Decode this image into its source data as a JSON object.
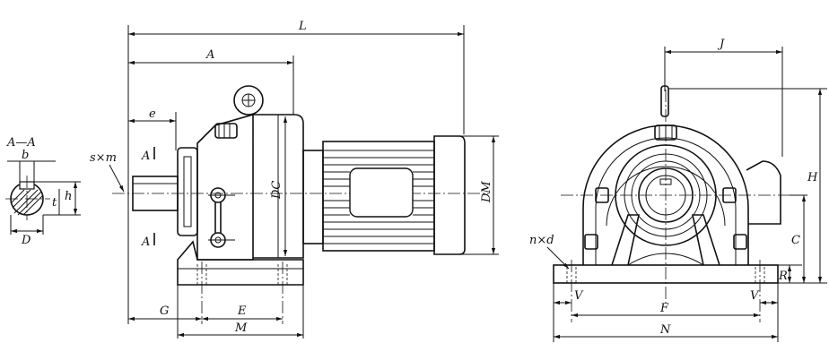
{
  "section": {
    "title": "A—A",
    "b": "b",
    "t": "t",
    "h": "h",
    "D": "D"
  },
  "side_view": {
    "L": "L",
    "A": "A",
    "e": "e",
    "sxm": "s×m",
    "A_top": "A",
    "A_bottom": "A",
    "DC": "DC",
    "DM": "DM",
    "G": "G",
    "E": "E",
    "M": "M"
  },
  "front_view": {
    "J": "J",
    "H": "H",
    "C": "C",
    "R": "R",
    "nxd": "n×d",
    "V_left": "V",
    "V_right": "V",
    "F": "F",
    "N": "N"
  }
}
